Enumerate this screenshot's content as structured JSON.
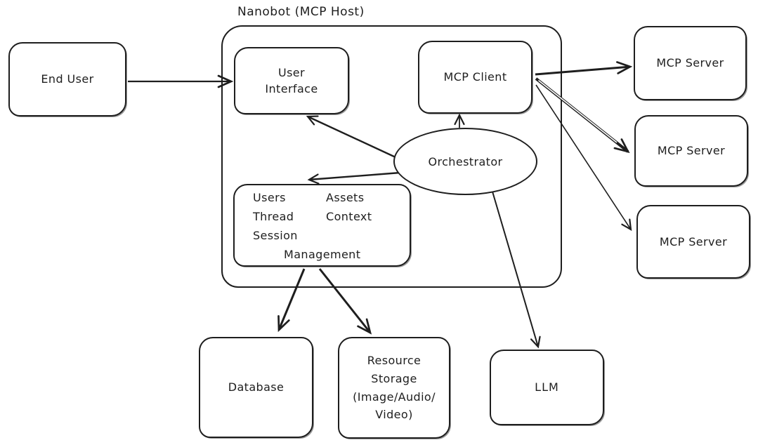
{
  "colors": {
    "stroke": "#1e1e1e",
    "background": "#ffffff"
  },
  "diagram": {
    "title": "Nanobot (MCP Host)",
    "nodes": {
      "end_user": {
        "label": "End User"
      },
      "user_interface": {
        "lines": [
          "User",
          "Interface"
        ]
      },
      "mcp_client": {
        "label": "MCP Client"
      },
      "orchestrator": {
        "label": "Orchestrator"
      },
      "management": {
        "col1": [
          "Users",
          "Thread",
          "Session"
        ],
        "col2": [
          "Assets",
          "Context"
        ],
        "footer": "Management"
      },
      "mcp_server_1": {
        "label": "MCP Server"
      },
      "mcp_server_2": {
        "label": "MCP Server"
      },
      "mcp_server_3": {
        "label": "MCP Server"
      },
      "database": {
        "label": "Database"
      },
      "resource_storage": {
        "lines": [
          "Resource",
          "Storage",
          "(Image/Audio/",
          "Video)"
        ]
      },
      "llm": {
        "label": "LLM"
      }
    },
    "edges": [
      {
        "from": "End User",
        "to": "User Interface"
      },
      {
        "from": "Orchestrator",
        "to": "User Interface"
      },
      {
        "from": "Orchestrator",
        "to": "MCP Client"
      },
      {
        "from": "Orchestrator",
        "to": "Users/Thread/Session/Assets/Context Management"
      },
      {
        "from": "Orchestrator",
        "to": "LLM"
      },
      {
        "from": "Users/Thread/Session/Assets/Context Management",
        "to": "Database"
      },
      {
        "from": "Users/Thread/Session/Assets/Context Management",
        "to": "Resource Storage (Image/Audio/Video)"
      },
      {
        "from": "MCP Client",
        "to": "MCP Server (top)"
      },
      {
        "from": "MCP Client",
        "to": "MCP Server (middle)"
      },
      {
        "from": "MCP Client",
        "to": "MCP Server (bottom)"
      }
    ]
  }
}
